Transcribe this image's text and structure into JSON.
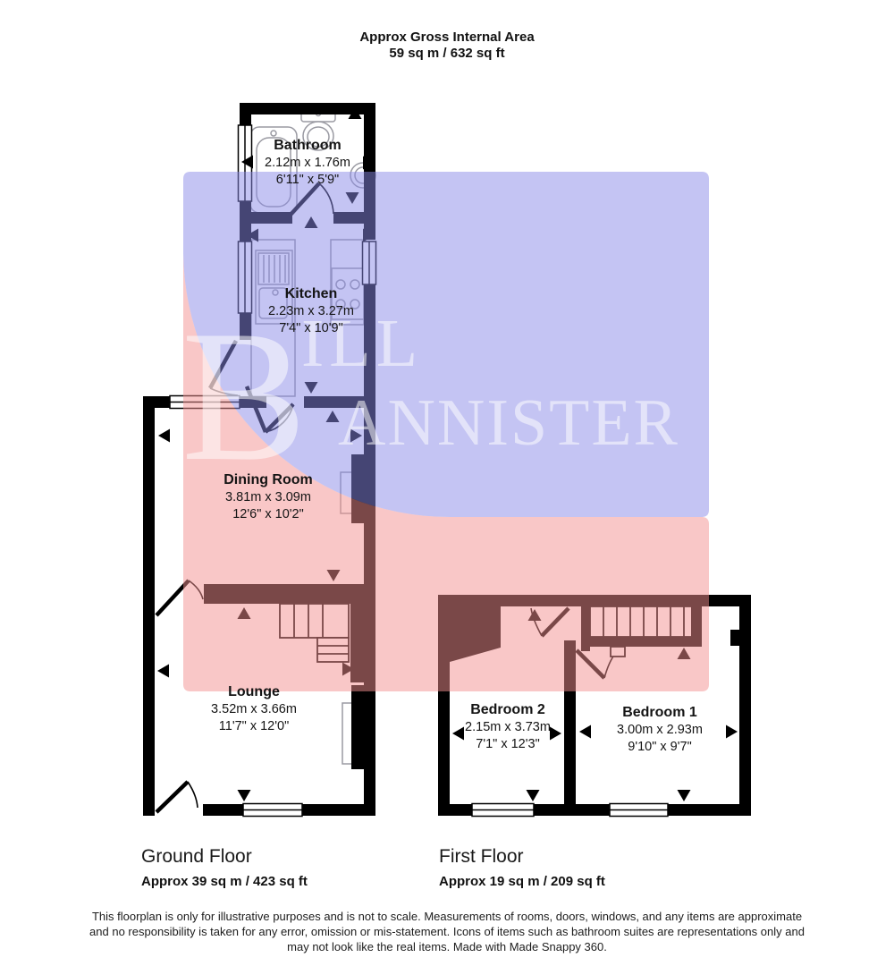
{
  "header": {
    "title": "Approx Gross Internal Area",
    "area": "59 sq m / 632 sq ft"
  },
  "watermark": {
    "initial": "B",
    "top": "ILL",
    "bottom": "ANNISTER"
  },
  "rooms": {
    "bathroom": {
      "name": "Bathroom",
      "metric": "2.12m x 1.76m",
      "imperial": "6'11\" x 5'9\""
    },
    "kitchen": {
      "name": "Kitchen",
      "metric": "2.23m x 3.27m",
      "imperial": "7'4\" x 10'9\""
    },
    "dining": {
      "name": "Dining Room",
      "metric": "3.81m x 3.09m",
      "imperial": "12'6\" x 10'2\""
    },
    "lounge": {
      "name": "Lounge",
      "metric": "3.52m x 3.66m",
      "imperial": "11'7\" x 12'0\""
    },
    "bedroom2": {
      "name": "Bedroom 2",
      "metric": "2.15m x 3.73m",
      "imperial": "7'1\" x 12'3\""
    },
    "bedroom1": {
      "name": "Bedroom 1",
      "metric": "3.00m x 2.93m",
      "imperial": "9'10\" x 9'7\""
    }
  },
  "floors": {
    "ground": {
      "label": "Ground Floor",
      "area": "Approx 39 sq m / 423 sq ft"
    },
    "first": {
      "label": "First Floor",
      "area": "Approx 19 sq m / 209 sq ft"
    }
  },
  "disclaimer": {
    "line1": "This floorplan is only for illustrative purposes and is not to scale. Measurements of rooms, doors, windows, and any items are approximate",
    "line2": "and no responsibility is taken for any error, omission or mis-statement. Icons of items such as bathroom suites are representations only and",
    "line3": "may not look like the real items. Made with Made Snappy 360."
  },
  "colors": {
    "wall": "#000000",
    "overlay_blue": "#8a8ae8",
    "overlay_pink": "#f49090"
  }
}
